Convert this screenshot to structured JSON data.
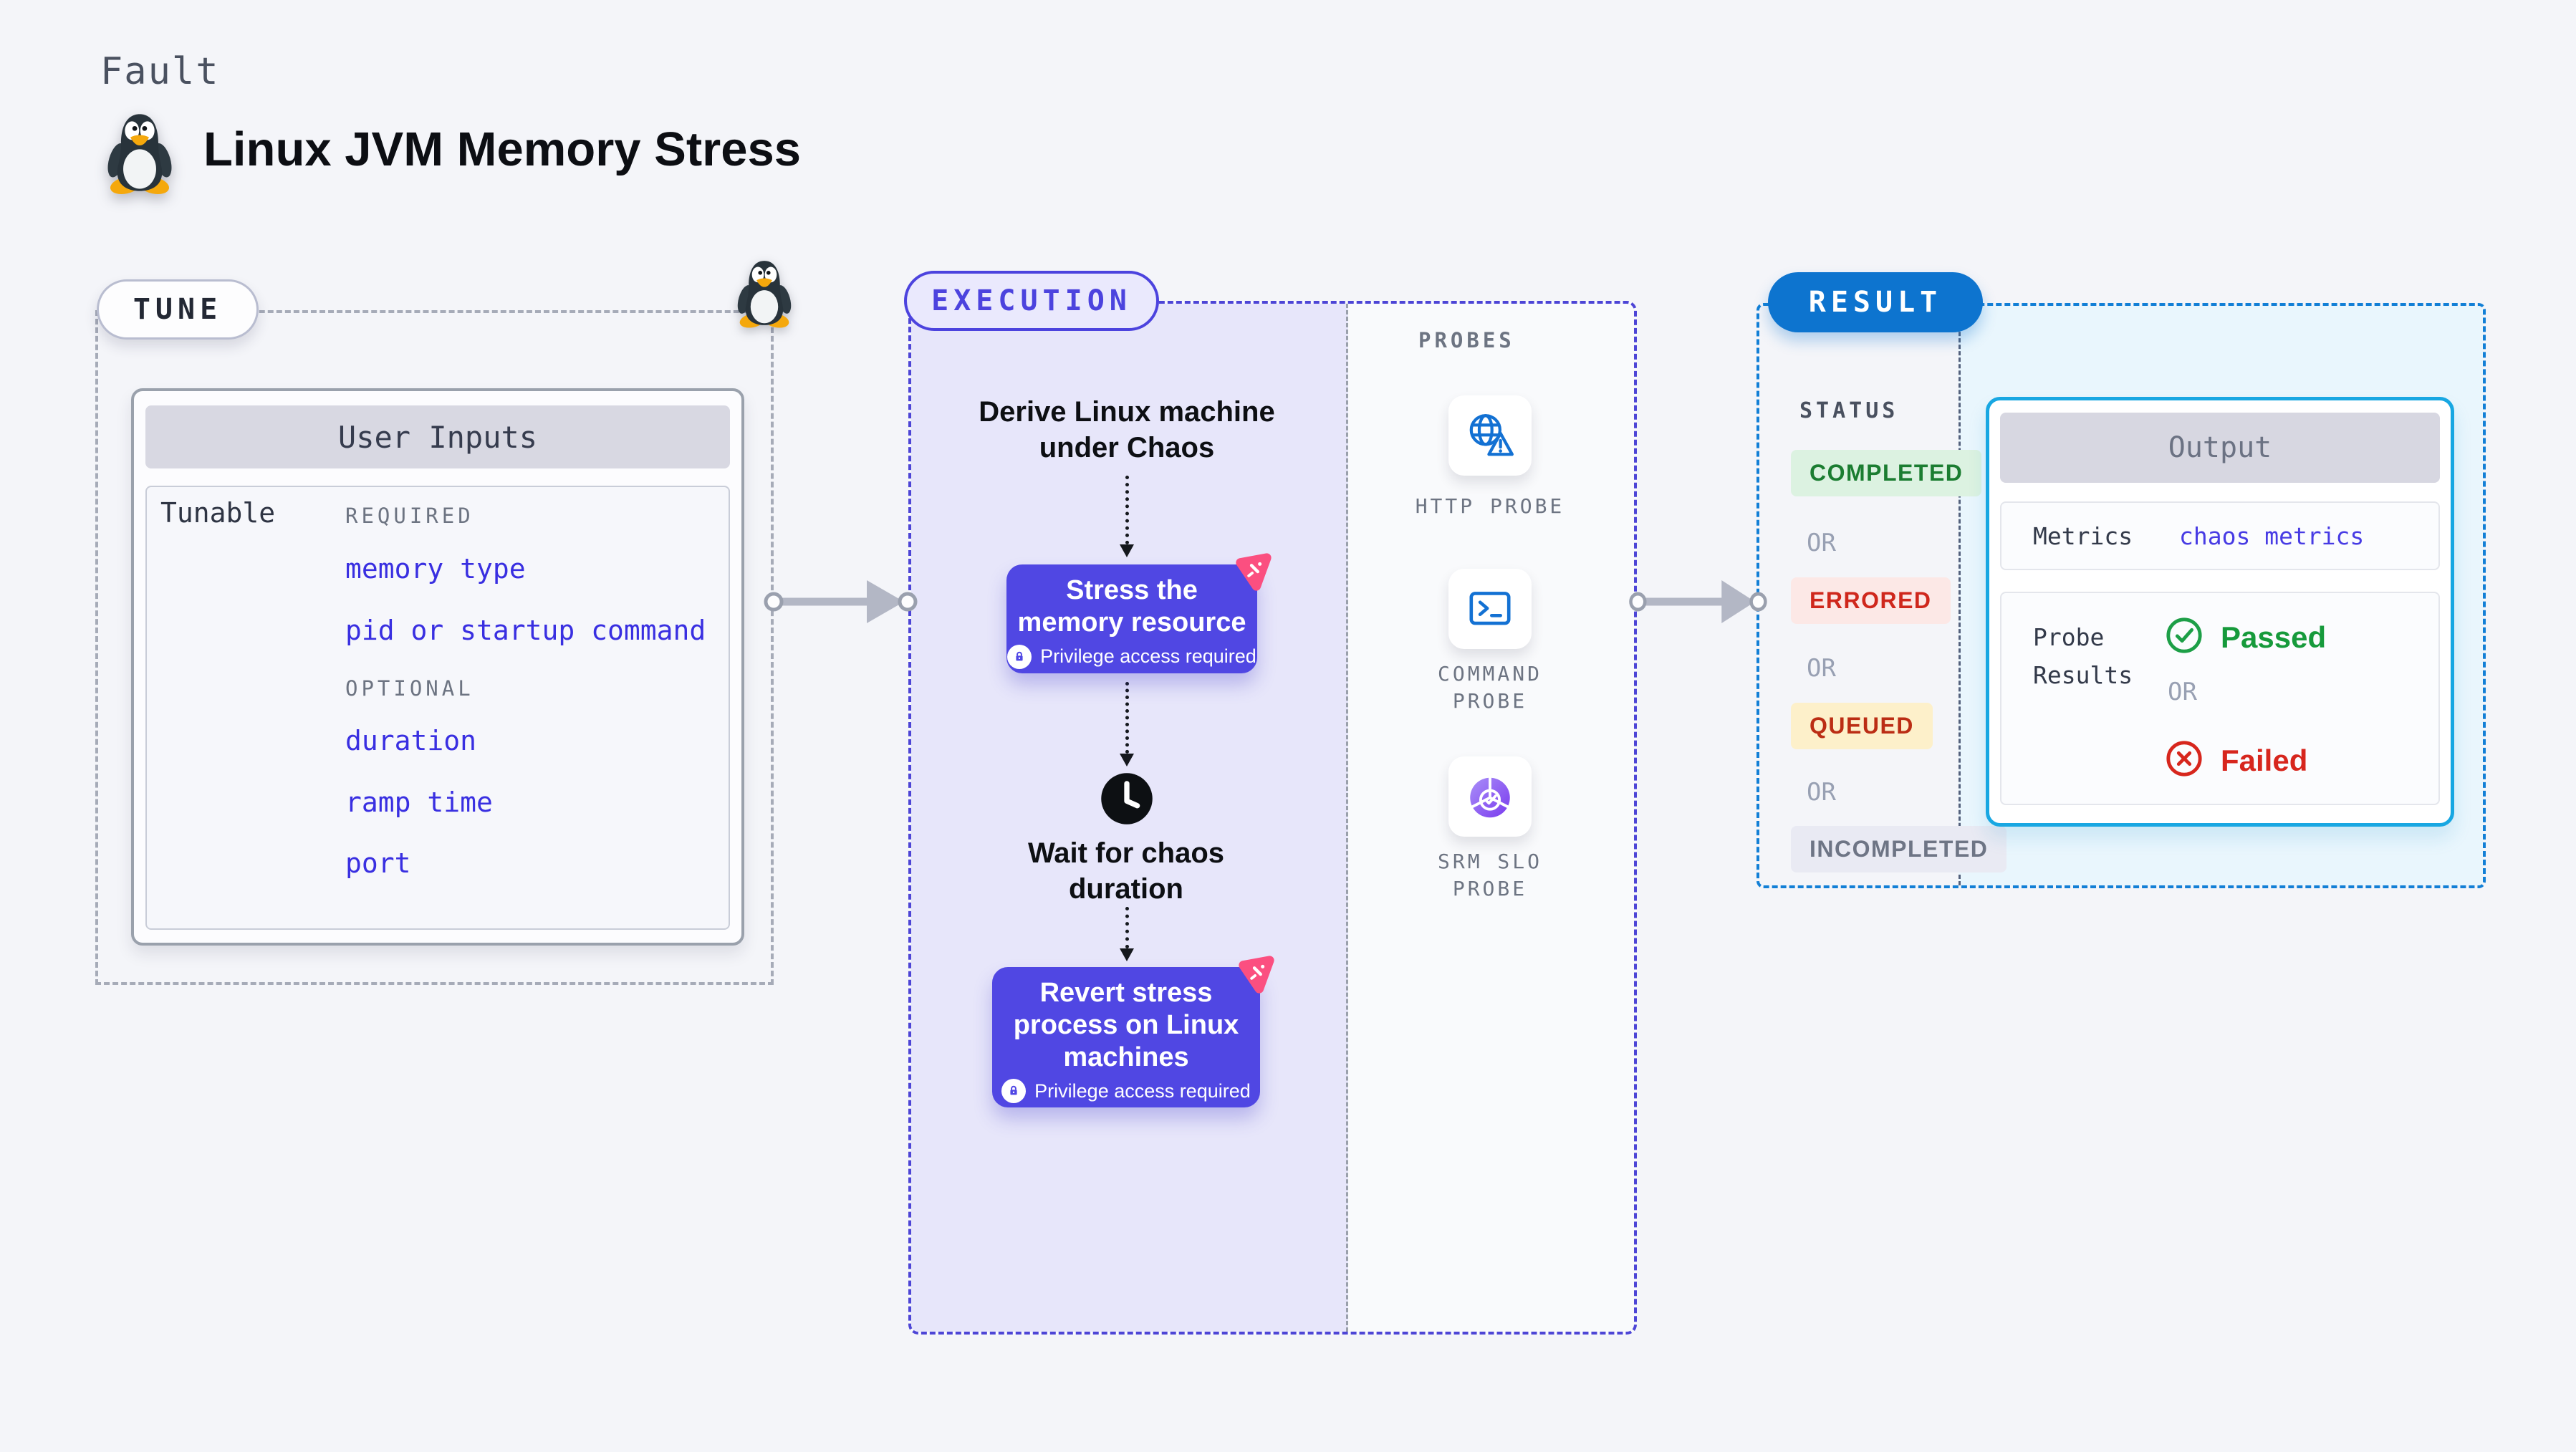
{
  "colors": {
    "page_bg": "#f4f5f9",
    "indigo_node": "#5047e3",
    "indigo_border": "#4c43de",
    "link_blue": "#392fe1",
    "lavender_bg": "#e7e6fa",
    "result_pill_blue": "#0d74cf",
    "result_dash_blue": "#127fd6",
    "output_border_cyan": "#18a7e2",
    "cyan_bg": "#e9f6fd",
    "chaos_pink": "#fb4f80",
    "passed_green": "#169a3b",
    "failed_red": "#d7261d",
    "completed_green": "#1b7d31",
    "errored_red": "#cf271c",
    "queued_red": "#bb2d14",
    "incompleted_gray": "#6e7585"
  },
  "header": {
    "kicker": "Fault",
    "title": "Linux JVM Memory Stress",
    "icon": "tux-penguin-icon"
  },
  "tune": {
    "label": "TUNE",
    "card_title": "User Inputs",
    "row_label": "Tunable",
    "required_heading": "REQUIRED",
    "required_items": [
      "memory type",
      "pid or startup command"
    ],
    "optional_heading": "OPTIONAL",
    "optional_items": [
      "duration",
      "ramp time",
      "port"
    ]
  },
  "execution": {
    "label": "EXECUTION",
    "step1": "Derive Linux machine under Chaos",
    "stress_title": "Stress the memory resource",
    "wait_title": "Wait for chaos duration",
    "revert_title": "Revert stress process on Linux machines",
    "privilege_badge": "Privilege access required"
  },
  "probes": {
    "heading": "PROBES",
    "items": [
      {
        "label": "HTTP PROBE",
        "icon": "globe-alert-icon"
      },
      {
        "label": "COMMAND PROBE",
        "icon": "terminal-icon"
      },
      {
        "label": "SRM SLO PROBE",
        "icon": "slo-pie-check-icon"
      }
    ]
  },
  "result": {
    "label": "RESULT",
    "status_heading": "STATUS",
    "or_label": "OR",
    "statuses": [
      {
        "label": "COMPLETED"
      },
      {
        "label": "ERRORED"
      },
      {
        "label": "QUEUED"
      },
      {
        "label": "INCOMPLETED"
      }
    ],
    "output": {
      "title": "Output",
      "metrics_label": "Metrics",
      "metrics_value": "chaos metrics",
      "probe_results_label": "Probe Results",
      "passed_label": "Passed",
      "or_label": "OR",
      "failed_label": "Failed"
    }
  }
}
